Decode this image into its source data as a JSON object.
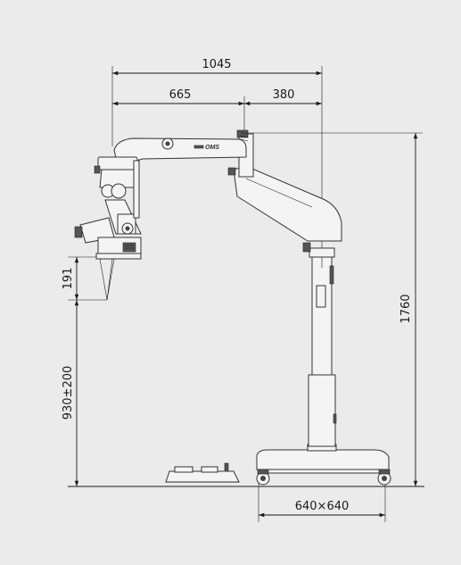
{
  "dimensions": {
    "overall_reach": "1045",
    "arm_reach": "665",
    "column_offset": "380",
    "total_height": "1760",
    "optics_height": "191",
    "working_height": "930±200",
    "base_size": "640×640"
  },
  "brand_label": "OMS",
  "colors": {
    "background": "#ebebeb",
    "line": "#1a1a1a",
    "body_fill": "#f4f4f4"
  }
}
